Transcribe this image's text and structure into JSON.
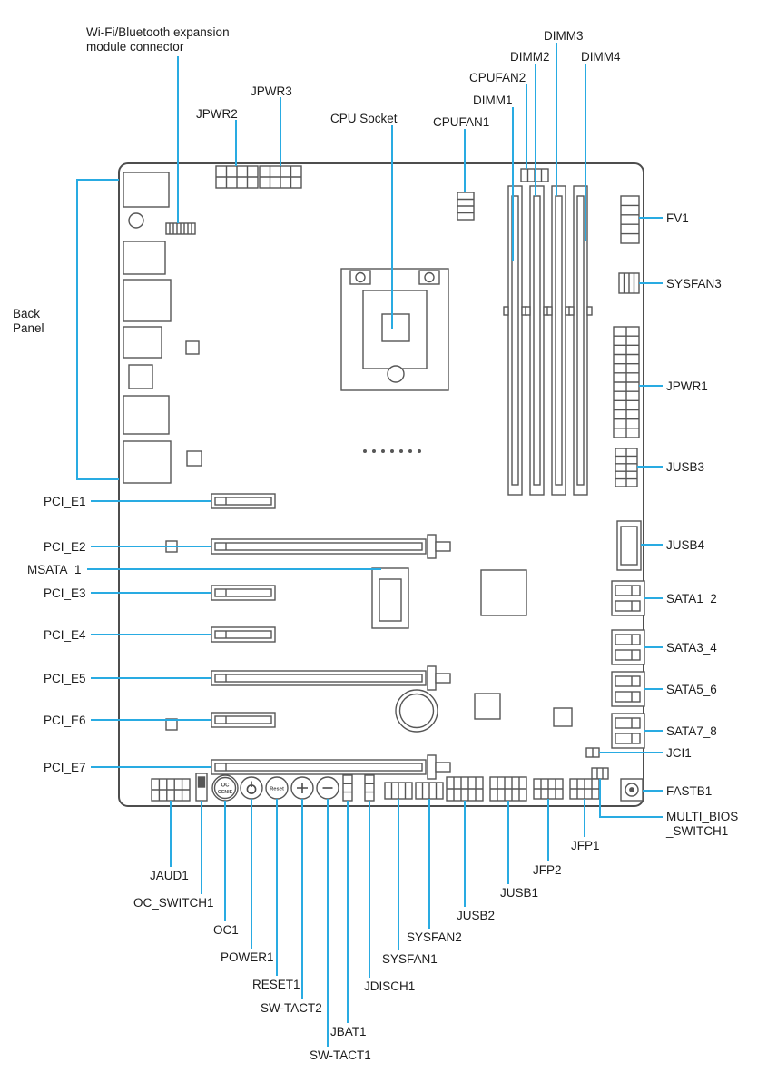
{
  "doc": {
    "type": "motherboard-layout-diagram"
  },
  "colors": {
    "leader": "#29ABE2",
    "outline": "#565656",
    "text": "#1C1C1C",
    "background": "#FFFFFF"
  },
  "labels": {
    "wifi_bt_1": "Wi-Fi/Bluetooth expansion",
    "wifi_bt_2": "module connector",
    "jpwr2": "JPWR2",
    "jpwr3": "JPWR3",
    "cpu_socket": "CPU Socket",
    "cpufan1": "CPUFAN1",
    "cpufan2": "CPUFAN2",
    "dimm1": "DIMM1",
    "dimm2": "DIMM2",
    "dimm3": "DIMM3",
    "dimm4": "DIMM4",
    "fv1": "FV1",
    "sysfan3": "SYSFAN3",
    "jpwr1": "JPWR1",
    "jusb3": "JUSB3",
    "jusb4": "JUSB4",
    "sata1_2": "SATA1_2",
    "sata3_4": "SATA3_4",
    "sata5_6": "SATA5_6",
    "sata7_8": "SATA7_8",
    "jci1": "JCI1",
    "fastb1": "FASTB1",
    "multi_bios_1": "MULTI_BIOS",
    "multi_bios_2": "_SWITCH1",
    "back_panel_1": "Back",
    "back_panel_2": "Panel",
    "pci_e1": "PCI_E1",
    "pci_e2": "PCI_E2",
    "msata_1": "MSATA_1",
    "pci_e3": "PCI_E3",
    "pci_e4": "PCI_E4",
    "pci_e5": "PCI_E5",
    "pci_e6": "PCI_E6",
    "pci_e7": "PCI_E7",
    "jaud1": "JAUD1",
    "oc_switch1": "OC_SWITCH1",
    "oc1": "OC1",
    "power1": "POWER1",
    "reset1": "RESET1",
    "sw_tact2": "SW-TACT2",
    "sw_tact1": "SW-TACT1",
    "jbat1": "JBAT1",
    "jdisch1": "JDISCH1",
    "sysfan1": "SYSFAN1",
    "sysfan2": "SYSFAN2",
    "jusb2": "JUSB2",
    "jusb1": "JUSB1",
    "jfp2": "JFP2",
    "jfp1": "JFP1"
  },
  "board_text": {
    "oc_genie_1": "OC",
    "oc_genie_2": "GENIE",
    "reset_button": "Reset"
  }
}
